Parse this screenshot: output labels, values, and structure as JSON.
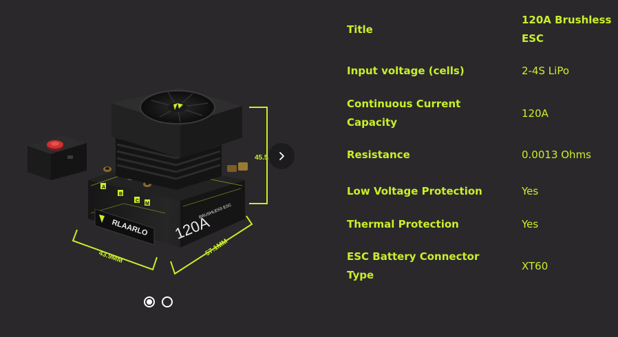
{
  "product_image": {
    "brand_text": "RLAARLO",
    "model_text": "120A",
    "sub_text": "BRUSHLESS ESC",
    "port_labels": [
      "A",
      "B",
      "C",
      "M"
    ],
    "dim_height": "45.5MM",
    "dim_width": "43.9MM",
    "dim_depth": "57.1MM",
    "accent_color": "#c9ef2a"
  },
  "carousel": {
    "next_icon": "chevron-right-icon",
    "slide_count": 2,
    "active_index": 0
  },
  "specs": [
    {
      "label": "Title",
      "value": "120A Brushless ESC"
    },
    {
      "label": "Input voltage (cells)",
      "value": "2-4S LiPo"
    },
    {
      "label": "Continuous Current Capacity",
      "value": "120A"
    },
    {
      "label": "Resistance",
      "value": "0.0013 Ohms"
    },
    {
      "label": "Low Voltage Protection",
      "value": "Yes"
    },
    {
      "label": "Thermal Protection",
      "value": "Yes"
    },
    {
      "label": "ESC Battery Connector Type",
      "value": "XT60"
    }
  ],
  "colors": {
    "background": "#2a282b",
    "accent": "#c9ef2a",
    "dot": "#ffffff"
  }
}
